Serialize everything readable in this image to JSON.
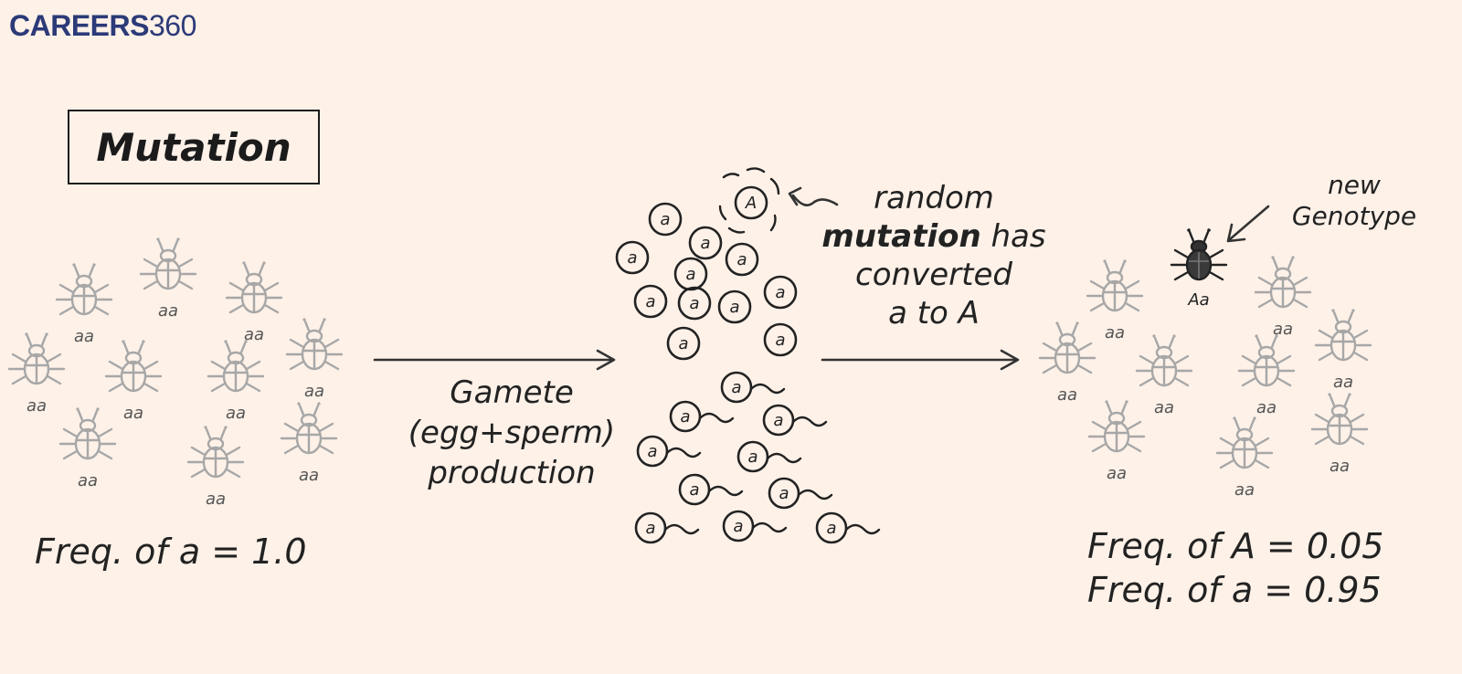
{
  "logo": {
    "part1": "CAREERS",
    "part2": "360"
  },
  "title": "Mutation",
  "gamete_label": [
    "Gamete",
    "(egg+sperm)",
    "production"
  ],
  "mutation_label": {
    "line1": "random",
    "bold": "mutation",
    "line2_rest": " has",
    "line3": "converted",
    "line4": "a to A"
  },
  "new_genotype_label": [
    "new",
    "Genotype"
  ],
  "freq_left": "Freq. of a = 1.0",
  "freq_right_1": "Freq. of A = 0.05",
  "freq_right_2": "Freq. of a = 0.95",
  "bug_genotype": "aa",
  "mutant_genotype": "Aa",
  "allele_normal": "a",
  "allele_mutant": "A",
  "colors": {
    "background": "#fdf1e8",
    "logo": "#2c3a78",
    "bug": "#a7a7a7",
    "ink": "#222222"
  }
}
